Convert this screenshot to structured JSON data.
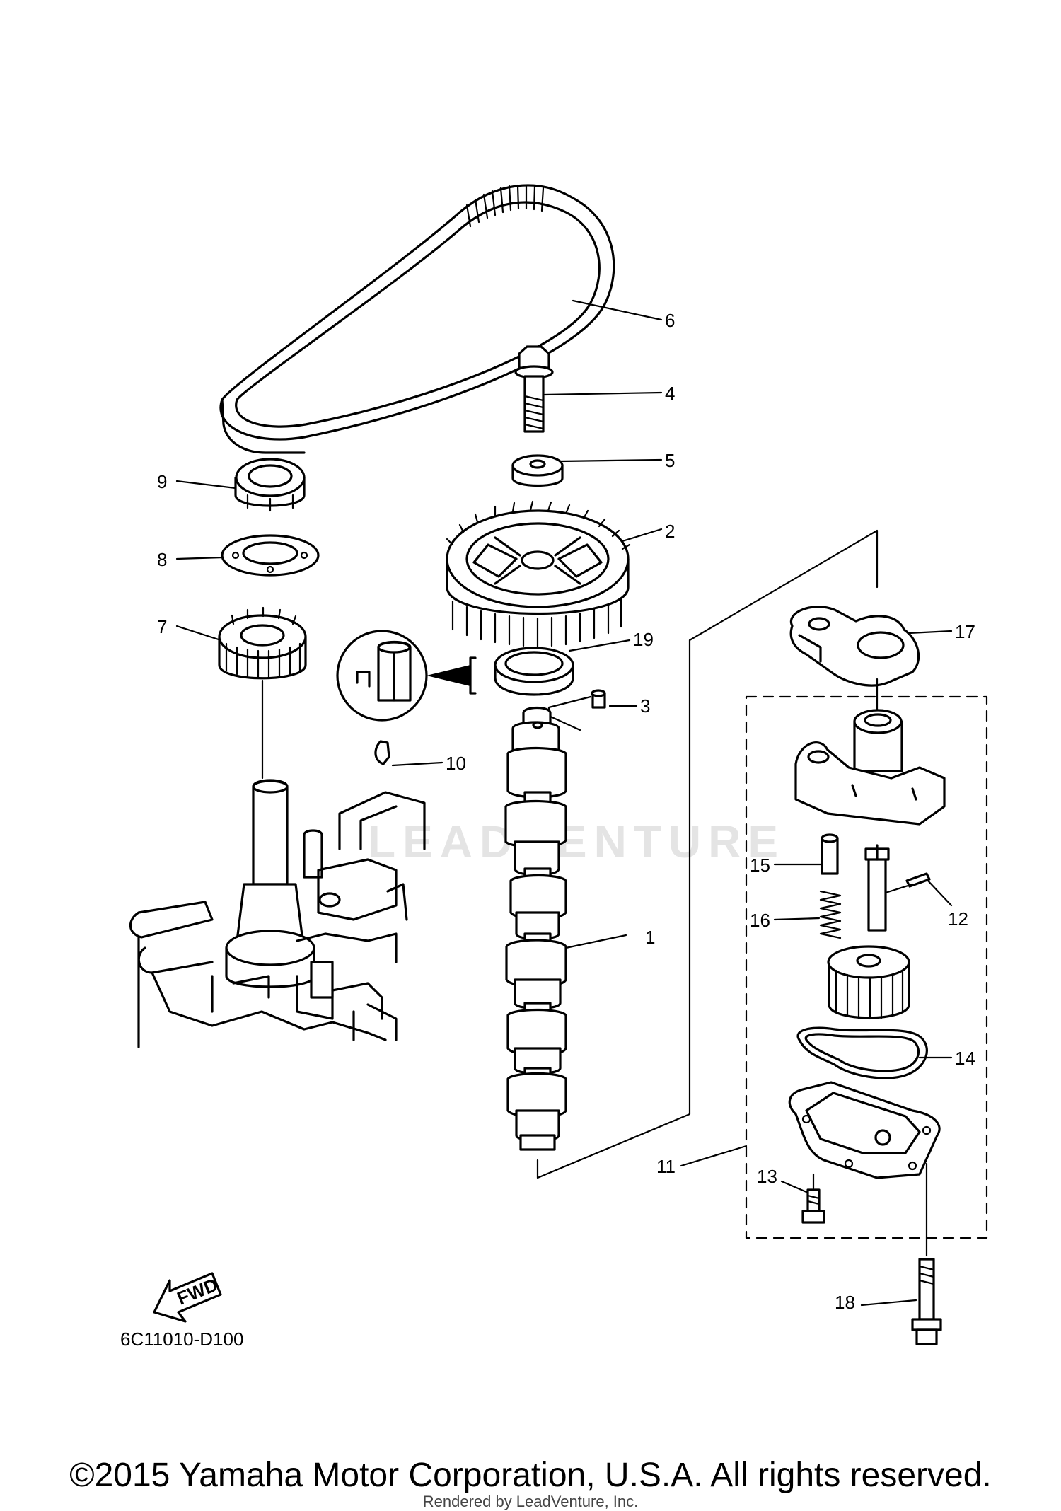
{
  "diagram": {
    "code": "6C11010-D100",
    "fwd_label": "FWD",
    "watermark": "LEADVENTURE",
    "parts": [
      {
        "id": "part-1",
        "number": "1"
      },
      {
        "id": "part-2",
        "number": "2"
      },
      {
        "id": "part-3",
        "number": "3"
      },
      {
        "id": "part-4",
        "number": "4"
      },
      {
        "id": "part-5",
        "number": "5"
      },
      {
        "id": "part-6",
        "number": "6"
      },
      {
        "id": "part-7",
        "number": "7"
      },
      {
        "id": "part-8",
        "number": "8"
      },
      {
        "id": "part-9",
        "number": "9"
      },
      {
        "id": "part-10",
        "number": "10"
      },
      {
        "id": "part-11",
        "number": "11"
      },
      {
        "id": "part-12",
        "number": "12"
      },
      {
        "id": "part-13",
        "number": "13"
      },
      {
        "id": "part-14",
        "number": "14"
      },
      {
        "id": "part-15",
        "number": "15"
      },
      {
        "id": "part-16",
        "number": "16"
      },
      {
        "id": "part-17",
        "number": "17"
      },
      {
        "id": "part-18",
        "number": "18"
      },
      {
        "id": "part-19",
        "number": "19"
      }
    ]
  },
  "footer": {
    "copyright": "©2015 Yamaha Motor Corporation, U.S.A. All rights reserved.",
    "rendered_by": "Rendered by LeadVenture, Inc."
  }
}
